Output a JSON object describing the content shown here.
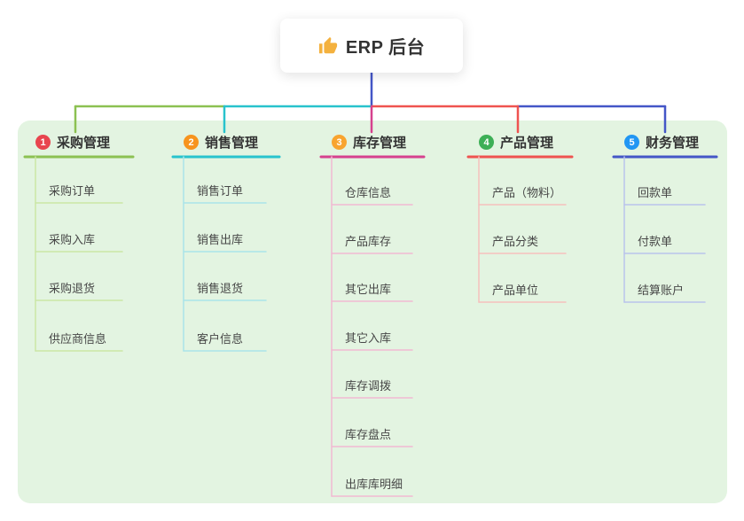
{
  "canvas": {
    "background": "#ffffff",
    "panel_color": "#e3f4e1"
  },
  "stem_color": "#4456c7",
  "root": {
    "label": "ERP 后台",
    "icon": "thumbs-up-icon",
    "icon_color": "#f4b13e"
  },
  "branches": [
    {
      "index": "1",
      "label": "采购管理",
      "badge_color": "#e8454e",
      "color": "#8cc152",
      "line_color": "#cbe6a6",
      "children": [
        "采购订单",
        "采购入库",
        "采购退货",
        "供应商信息"
      ]
    },
    {
      "index": "2",
      "label": "销售管理",
      "badge_color": "#f7941e",
      "color": "#28c3cd",
      "line_color": "#aae4e9",
      "children": [
        "销售订单",
        "销售出库",
        "销售退货",
        "客户信息"
      ]
    },
    {
      "index": "3",
      "label": "库存管理",
      "badge_color": "#f8a42f",
      "color": "#d6418e",
      "line_color": "#f2b9d2",
      "children": [
        "仓库信息",
        "产品库存",
        "其它出库",
        "其它入库",
        "库存调拨",
        "库存盘点",
        "出库库明细"
      ]
    },
    {
      "index": "4",
      "label": "产品管理",
      "badge_color": "#3daf56",
      "color": "#ef5350",
      "line_color": "#f6c0be",
      "children": [
        "产品（物料）",
        "产品分类",
        "产品单位"
      ]
    },
    {
      "index": "5",
      "label": "财务管理",
      "badge_color": "#2196f3",
      "color": "#4456c7",
      "line_color": "#bac3ec",
      "children": [
        "回款单",
        "付款单",
        "结算账户"
      ]
    }
  ]
}
